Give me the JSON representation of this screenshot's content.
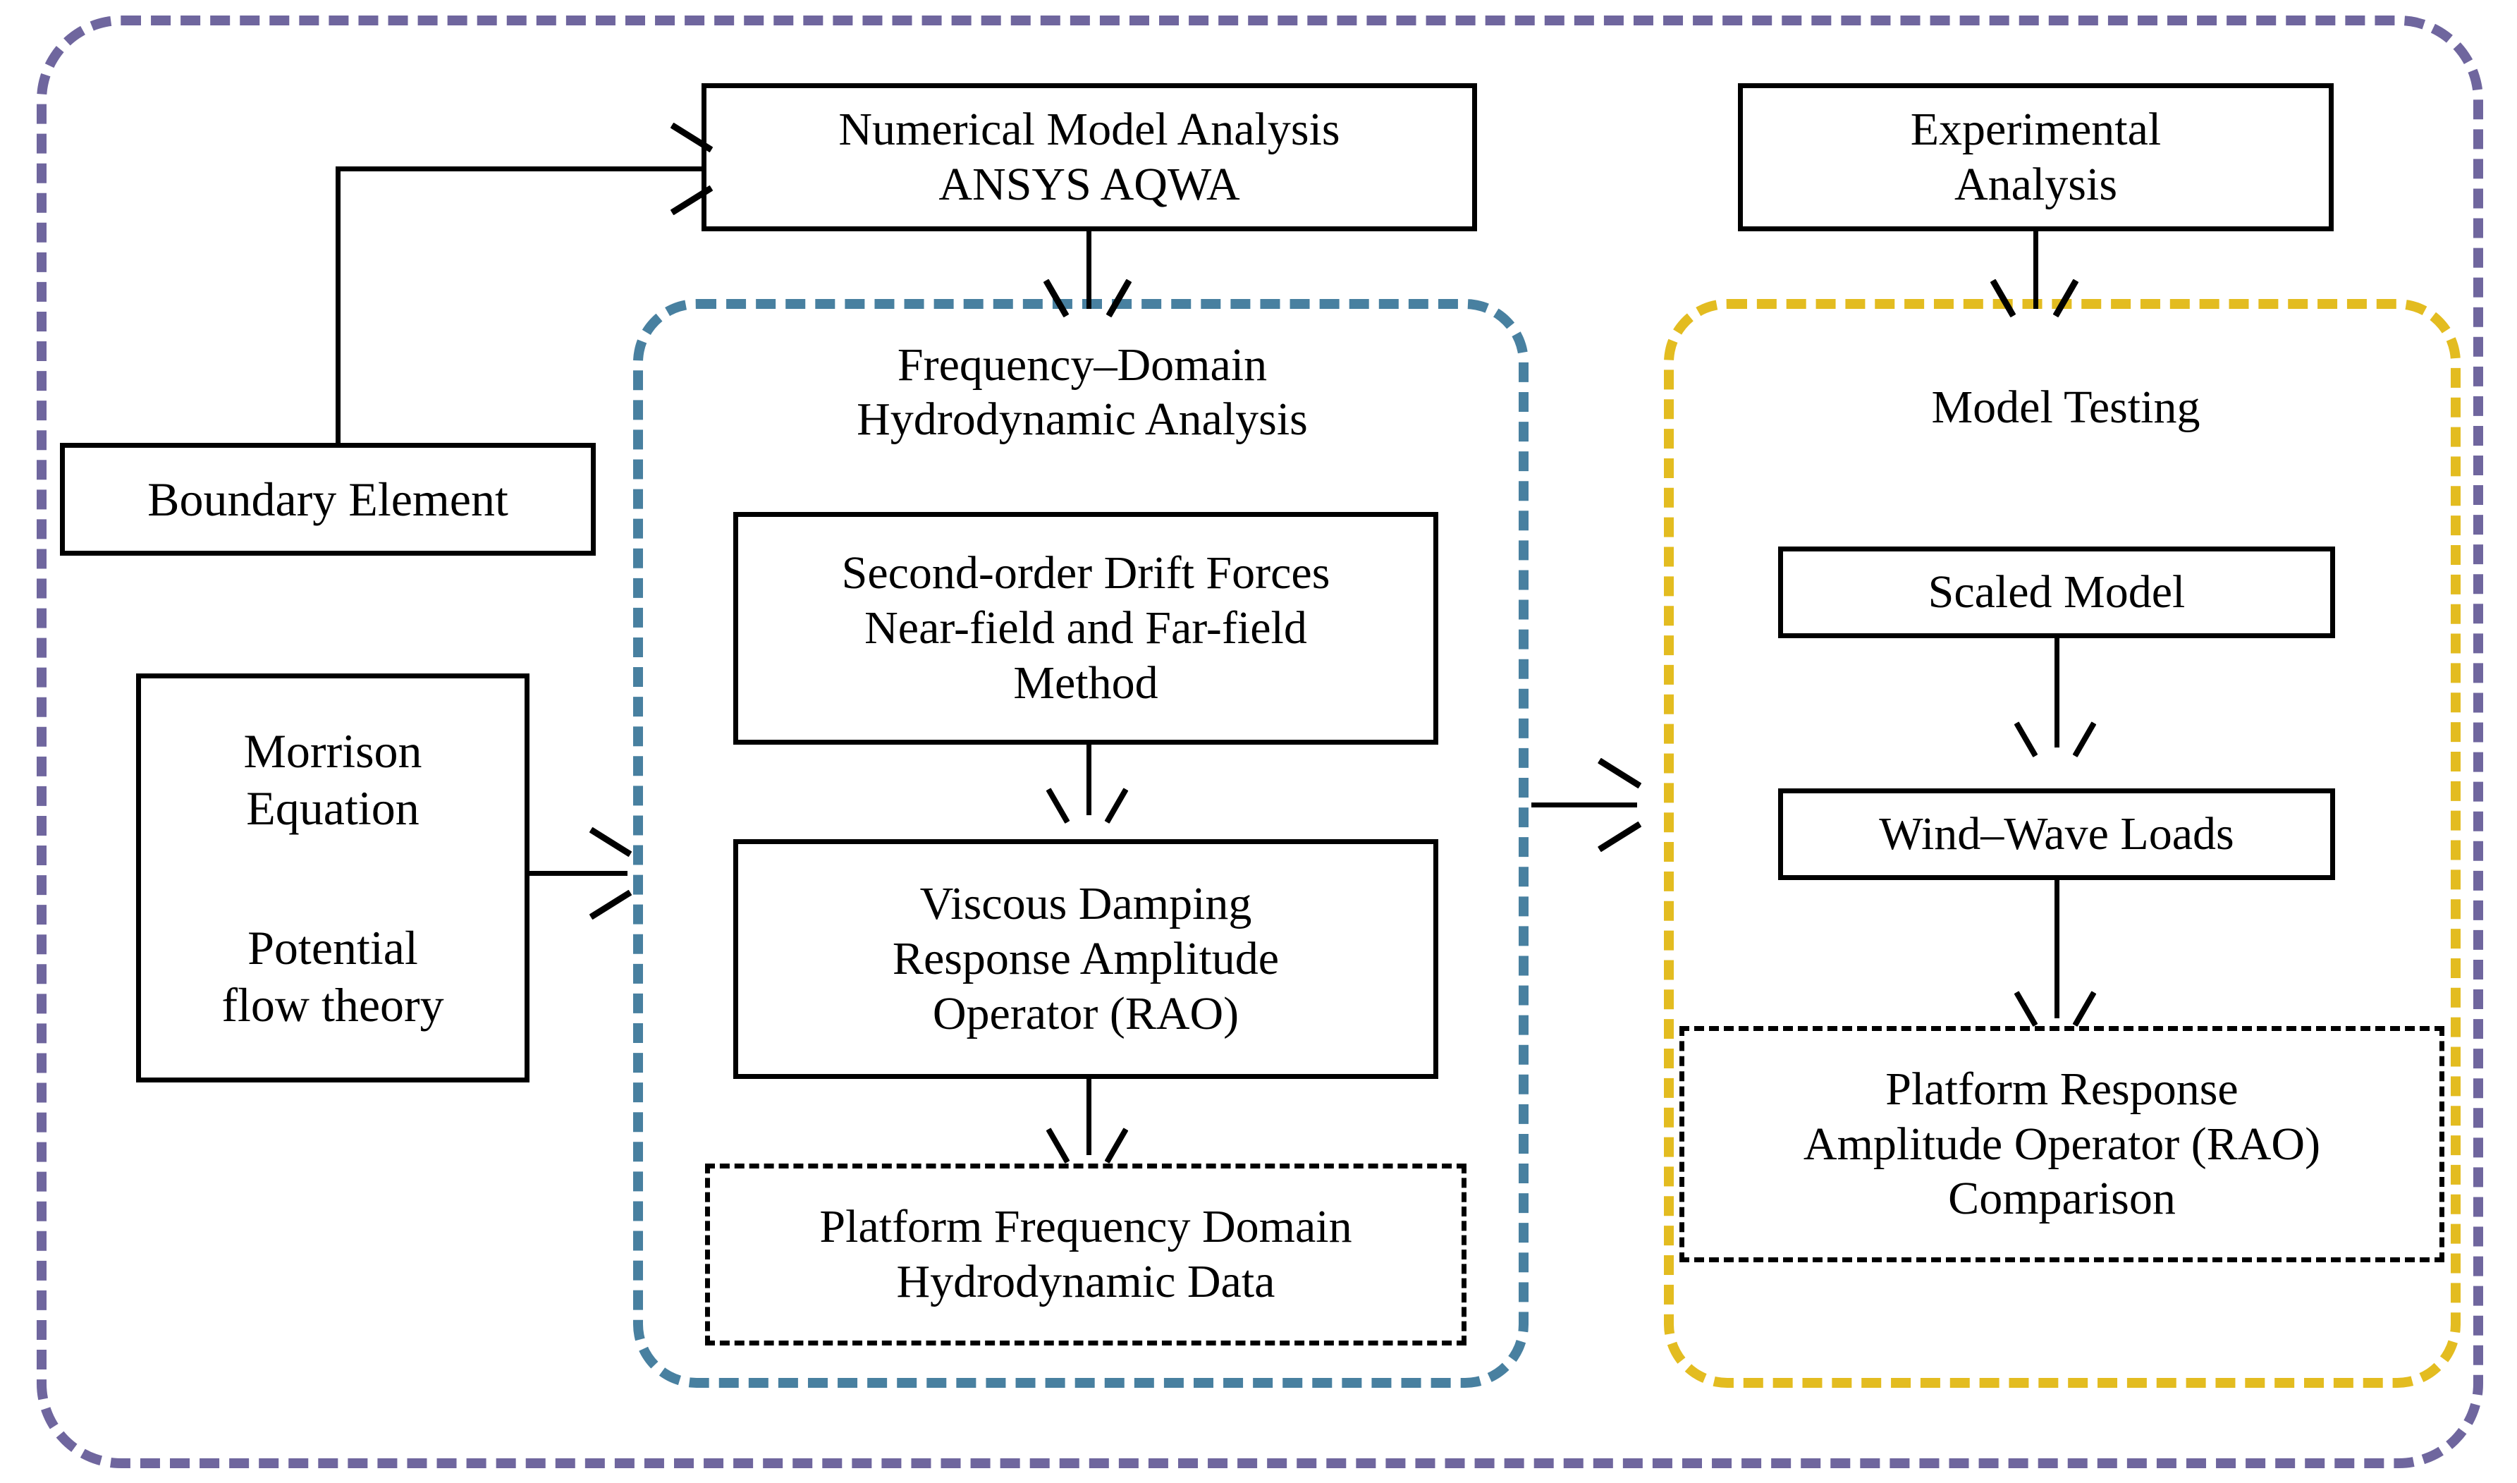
{
  "diagram": {
    "title_visible": false,
    "colors": {
      "outer_group_border": "#6f669e",
      "frequency_group_border": "#4880a0",
      "testing_group_border": "#e3bc20",
      "node_border": "#000000",
      "text": "#000000",
      "background": "#ffffff"
    }
  },
  "nodes": {
    "numerical_model": "Numerical Model Analysis\nANSYS AQWA",
    "experimental_analysis": "Experimental\nAnalysis",
    "boundary_element": "Boundary Element",
    "morrison_equation": "Morrison\nEquation",
    "potential_flow": "Potential\nflow theory",
    "second_order_drift": "Second-order Drift Forces\nNear-field and Far-field\nMethod",
    "viscous_damping": "Viscous Damping\nResponse Amplitude\nOperator  (RAO)",
    "platform_freq_data": "Platform Frequency Domain\nHydrodynamic Data",
    "scaled_model": "Scaled Model",
    "wind_wave_loads": "Wind–Wave Loads",
    "rao_comparison": "Platform Response\nAmplitude Operator (RAO)\nComparison"
  },
  "group_labels": {
    "frequency_domain": "Frequency–Domain\nHydrodynamic Analysis",
    "model_testing": "Model Testing"
  },
  "connectors": [
    {
      "name": "boundary-element-to-numerical-model",
      "type": "elbow-up-right",
      "arrowhead": "right"
    },
    {
      "name": "numerical-model-to-frequency-group",
      "type": "straight-down",
      "arrowhead": "down"
    },
    {
      "name": "experimental-analysis-to-testing-group",
      "type": "straight-down",
      "arrowhead": "down"
    },
    {
      "name": "morrison-to-frequency-group",
      "type": "straight-right",
      "arrowhead": "right"
    },
    {
      "name": "drift-forces-to-viscous-damping",
      "type": "straight-down",
      "arrowhead": "down"
    },
    {
      "name": "viscous-damping-to-platform-data",
      "type": "straight-down",
      "arrowhead": "down"
    },
    {
      "name": "frequency-group-to-testing-group",
      "type": "straight-right",
      "arrowhead": "right"
    },
    {
      "name": "scaled-model-to-wind-wave-loads",
      "type": "straight-down",
      "arrowhead": "down"
    },
    {
      "name": "wind-wave-loads-to-rao-comparison",
      "type": "straight-down",
      "arrowhead": "down"
    }
  ]
}
